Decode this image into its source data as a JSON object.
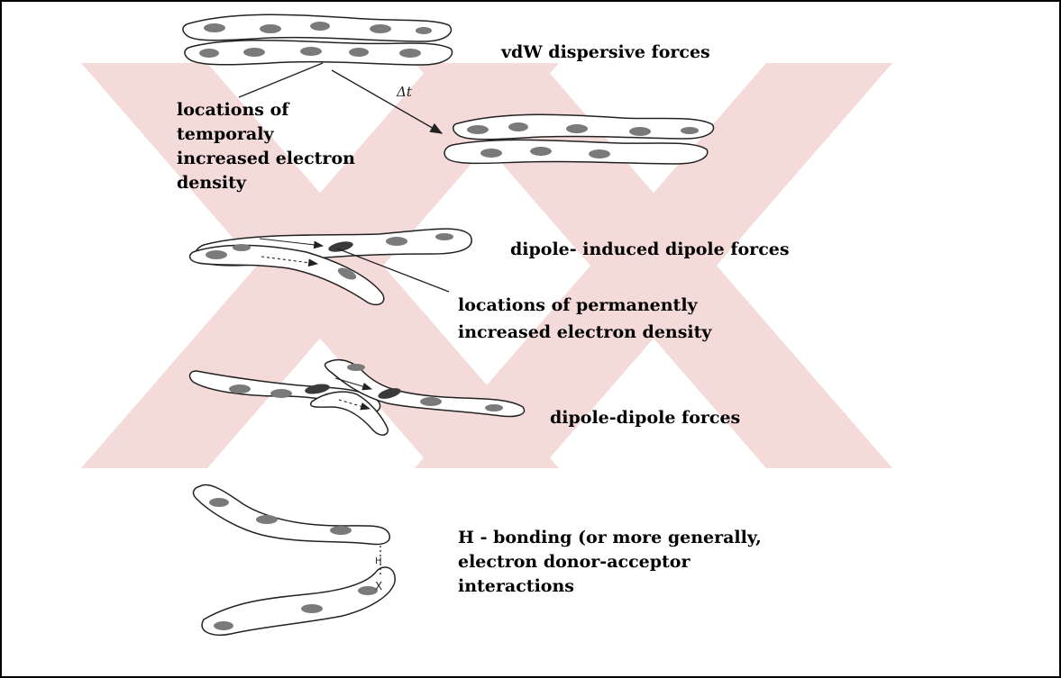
{
  "labels": {
    "vdw": "vdW dispersive forces",
    "delta_t": "Δt",
    "temp_density": [
      "locations of",
      "temporaly",
      "increased electron",
      "density"
    ],
    "dipole_induced": "dipole- induced dipole forces",
    "perm_density": [
      "locations of permanently",
      "increased electron density"
    ],
    "dipole_dipole": "dipole-dipole forces",
    "hbond": [
      "H - bonding (or more generally,",
      "electron donor-acceptor",
      "interactions"
    ],
    "hbond_marks": [
      "H",
      "X"
    ]
  },
  "colors": {
    "watermark": "#f4d4d4",
    "outline": "#222222",
    "spot": "#7a7a7a",
    "frame": "#000000"
  }
}
